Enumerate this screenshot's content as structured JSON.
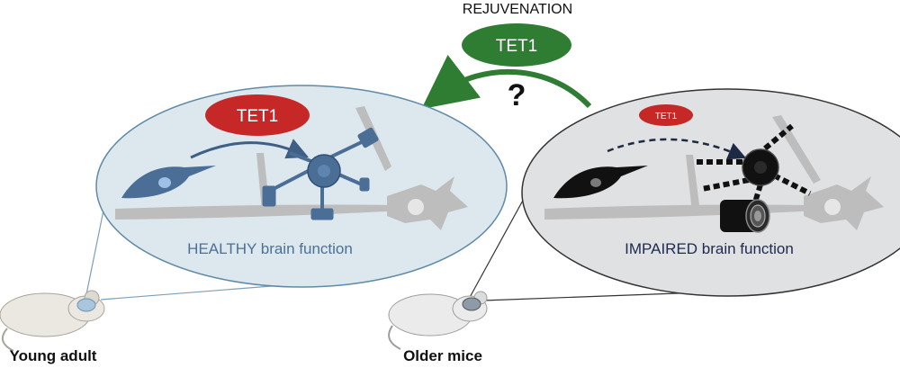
{
  "top": {
    "title": "REJUVENATION",
    "green_pill_label": "TET1",
    "question_mark": "?"
  },
  "left_panel": {
    "pill_label": "TET1",
    "caption": "HEALTHY brain function",
    "mouse_label": "Young adult"
  },
  "right_panel": {
    "pill_label": "TET1",
    "caption": "IMPAIRED brain function",
    "mouse_label": "Older mice"
  },
  "colors": {
    "green": "#2f7d32",
    "red": "#c62828",
    "healthy_fill": "#dde7ee",
    "healthy_stroke": "#5f8aa6",
    "healthy_cell": "#4a6e96",
    "impaired_fill": "#dfe1e3",
    "impaired_stroke": "#333333",
    "impaired_cell": "#111111",
    "neuron": "#bdbdbd"
  }
}
